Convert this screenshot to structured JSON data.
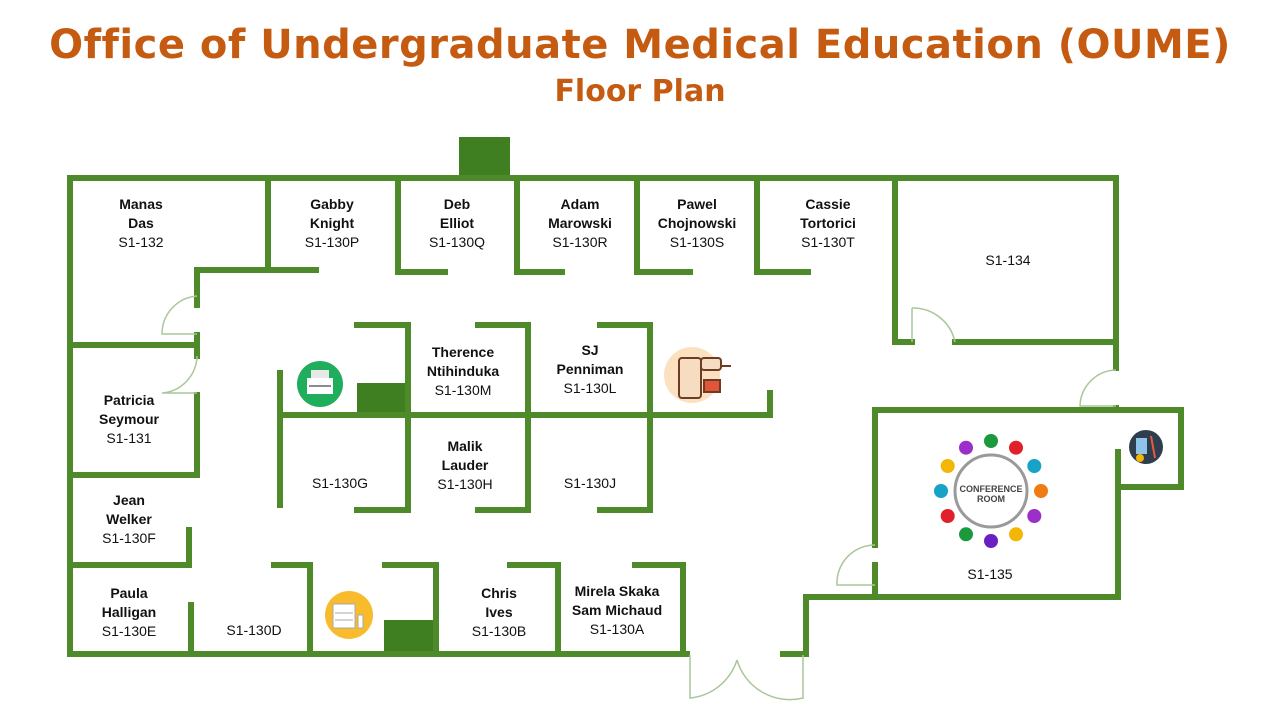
{
  "header": {
    "title": "Office of Undergraduate Medical Education (OUME)",
    "subtitle": "Floor Plan"
  },
  "colors": {
    "title": "#c55a11",
    "wall": "#4e8a2a"
  },
  "rooms": [
    {
      "names": [
        "Manas",
        "Das"
      ],
      "number": "S1-132"
    },
    {
      "names": [
        "Gabby",
        "Knight"
      ],
      "number": "S1-130P"
    },
    {
      "names": [
        "Deb",
        "Elliot"
      ],
      "number": "S1-130Q"
    },
    {
      "names": [
        "Adam",
        "Marowski"
      ],
      "number": "S1-130R"
    },
    {
      "names": [
        "Pawel",
        "Chojnowski"
      ],
      "number": "S1-130S"
    },
    {
      "names": [
        "Cassie",
        "Tortorici"
      ],
      "number": "S1-130T"
    },
    {
      "names": [],
      "number": "S1-134"
    },
    {
      "names": [
        "Therence",
        "Ntihinduka"
      ],
      "number": "S1-130M"
    },
    {
      "names": [
        "SJ",
        "Penniman"
      ],
      "number": "S1-130L"
    },
    {
      "names": [
        "Patricia",
        "Seymour"
      ],
      "number": "S1-131"
    },
    {
      "names": [],
      "number": "S1-130G"
    },
    {
      "names": [
        "Malik",
        "Lauder"
      ],
      "number": "S1-130H"
    },
    {
      "names": [],
      "number": "S1-130J"
    },
    {
      "names": [
        "Jean",
        "Welker"
      ],
      "number": "S1-130F"
    },
    {
      "names": [
        "Paula",
        "Halligan"
      ],
      "number": "S1-130E"
    },
    {
      "names": [],
      "number": "S1-130D"
    },
    {
      "names": [
        "Chris",
        "Ives"
      ],
      "number": "S1-130B"
    },
    {
      "names": [
        "Mirela Skaka",
        "Sam Michaud"
      ],
      "number": "S1-130A"
    },
    {
      "names": [],
      "number": "S1-135"
    }
  ],
  "conference": {
    "line1": "CONFERENCE",
    "line2": "ROOM"
  },
  "icons": [
    "printer-icon",
    "copier-icon",
    "coffee-maker-icon",
    "supplies-icon",
    "conference-room-icon"
  ]
}
